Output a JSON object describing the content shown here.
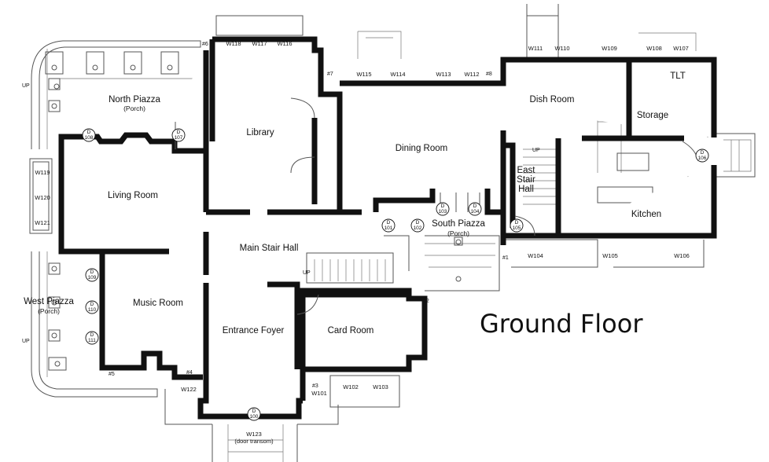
{
  "title": "Ground Floor",
  "rooms": {
    "north_piazza": "North Piazza",
    "north_piazza_sub": "(Porch)",
    "library": "Library",
    "dining_room": "Dining Room",
    "dish_room": "Dish Room",
    "storage": "Storage",
    "tlt": "TLT",
    "living_room": "Living Room",
    "east_stair_hall_1": "East",
    "east_stair_hall_2": "Stair",
    "east_stair_hall_3": "Hall",
    "kitchen": "Kitchen",
    "main_stair_hall": "Main Stair Hall",
    "south_piazza": "South Piazza",
    "south_piazza_sub": "(Porch)",
    "music_room": "Music Room",
    "west_piazza": "West Piazza",
    "west_piazza_sub": "(Porch)",
    "entrance_foyer": "Entrance Foyer",
    "card_room": "Card Room"
  },
  "windows": {
    "w116": "W116",
    "w117": "W117",
    "w118": "W118",
    "w115": "W115",
    "w114": "W114",
    "w113": "W113",
    "w112": "W112",
    "w111": "W111",
    "w110": "W110",
    "w109": "W109",
    "w108": "W108",
    "w107": "W107",
    "w119": "W119",
    "w120": "W120",
    "w121": "W121",
    "w104": "W104",
    "w105": "W105",
    "w106": "W106",
    "w122": "W122",
    "w101": "W101",
    "w102": "W102",
    "w103": "W103",
    "w123": "W123",
    "w123_sub": "(door transom)"
  },
  "doors": {
    "d_prefix": "D",
    "d100": "100",
    "d101": "101",
    "d102": "102",
    "d103": "103",
    "d104": "104",
    "d105": "105",
    "d106": "106",
    "d107": "107",
    "d108": "108",
    "d109": "109",
    "d110": "110",
    "d111": "111"
  },
  "markers": {
    "m1": "#1",
    "m2": "#2",
    "m3": "#3",
    "m4": "#4",
    "m5": "#5",
    "m6": "#6",
    "m7": "#7",
    "m8": "#8"
  },
  "misc": {
    "up": "UP"
  }
}
